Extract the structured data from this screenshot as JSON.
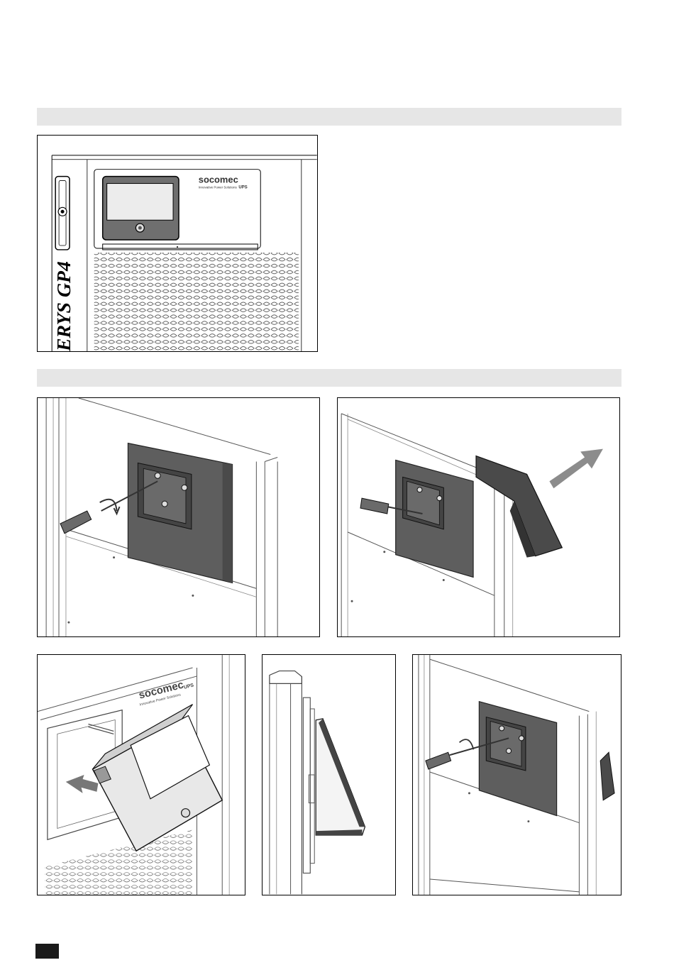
{
  "figure1": {
    "brand_logo": "socomec",
    "brand_suffix": "UPS",
    "brand_tagline": "Innovative Power Solutions",
    "model_label": "ERYS GP4"
  },
  "figure4": {
    "brand_logo": "socomec",
    "brand_suffix": "UPS",
    "brand_tagline": "Innovative Power Solutions"
  },
  "colors": {
    "band": "#e6e6e6",
    "housing": "#5a5a5a",
    "housing_dark": "#3c3c3c",
    "arrow": "#8c8c8c",
    "page_tab": "#1a1a1a"
  }
}
